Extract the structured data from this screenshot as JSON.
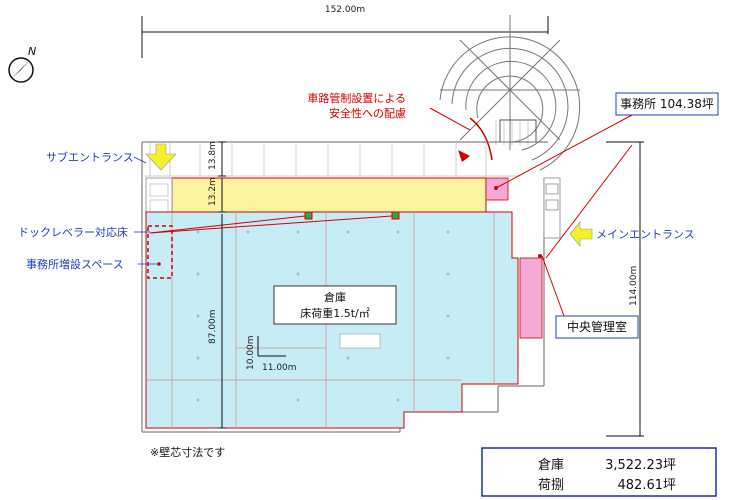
{
  "dimensions": {
    "width_top": "152.00m",
    "height_right": "114.00m",
    "top_strip": "13.8m",
    "office_band": "13.2m",
    "warehouse_depth": "87.00m",
    "grid_y": "10.00m",
    "grid_x": "11.00m"
  },
  "labels": {
    "sub_entrance": "サブエントランス",
    "main_entrance": "メインエントランス",
    "dock_leveler": "ドックレベラー対応床",
    "office_expansion": "事務所増設スペース",
    "traffic_safety_line1": "車路管制設置による",
    "traffic_safety_line2": "安全性への配慮",
    "office_area": "事務所 104.38坪",
    "central_control": "中央管理室",
    "warehouse_title": "倉庫",
    "floor_load": "床荷重1.5t/㎡",
    "note": "※壁芯寸法です",
    "compass_letter": "N"
  },
  "area_summary": {
    "warehouse_label": "倉庫",
    "warehouse_value": "3,522.23坪",
    "dock_label": "荷捌",
    "dock_value": "482.61坪"
  },
  "colors": {
    "warehouse_fill": "#c6ecf6",
    "office_band_fill": "#fbf3a0",
    "pink_fill": "#f4a9d6",
    "red_accent": "#d40000",
    "blue_text": "#1f3fbf",
    "arrow_yellow": "#f6f02a",
    "summary_border": "#1c2fb5"
  }
}
